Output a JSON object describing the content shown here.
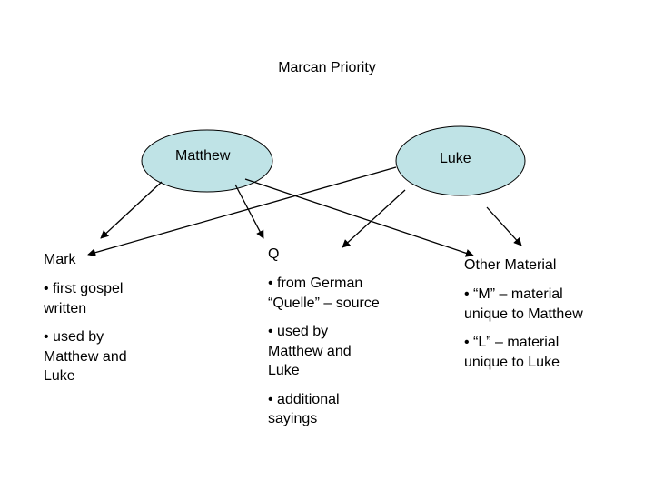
{
  "title": "Marcan Priority",
  "nodes": {
    "matthew": "Matthew",
    "luke": "Luke"
  },
  "columns": {
    "mark": {
      "heading": "Mark",
      "items": [
        "• first gospel written",
        "• used by Matthew and Luke"
      ]
    },
    "q": {
      "heading": "Q",
      "items": [
        "• from German “Quelle” – source",
        "• used by Matthew and Luke",
        "• additional sayings"
      ]
    },
    "other": {
      "heading": "Other Material",
      "items": [
        "• “M” – material unique to Matthew",
        "• “L” – material unique to Luke"
      ]
    }
  },
  "colors": {
    "node_fill": "#bfe3e6",
    "stroke": "#000000"
  }
}
